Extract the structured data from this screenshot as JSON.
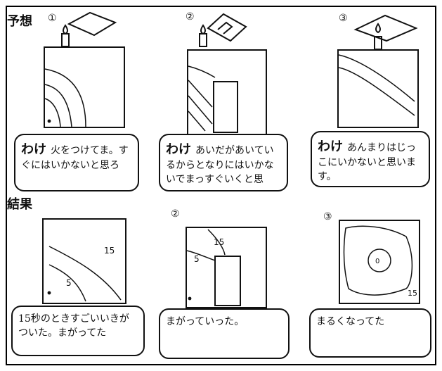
{
  "labels": {
    "yosou": "予想",
    "kekka": "結果"
  },
  "numbers": {
    "p1": "①",
    "p2": "②",
    "p3": "③",
    "r2": "②",
    "r3": "③"
  },
  "prediction": {
    "b1": {
      "wake": "わけ",
      "text": "火をつけてま。すぐにはいかないと思ろ"
    },
    "b2": {
      "wake": "わけ",
      "text": "あいだがあいているからとなりにはいかないでまっすぐいくと思"
    },
    "b3": {
      "wake": "わけ",
      "text": "あんまりはじっこにいかないと思います。"
    }
  },
  "result": {
    "b1": {
      "text": "15秒のときすごいいきがついた。まがってた"
    },
    "b2": {
      "text": "まがっていった。"
    },
    "b3": {
      "text": "まるくなってた"
    }
  },
  "chart_labels": {
    "r1_15": "15",
    "r1_5": "5",
    "r2_15": "15",
    "r2_5": "5",
    "r3_15": "15",
    "r3_center": "0"
  }
}
